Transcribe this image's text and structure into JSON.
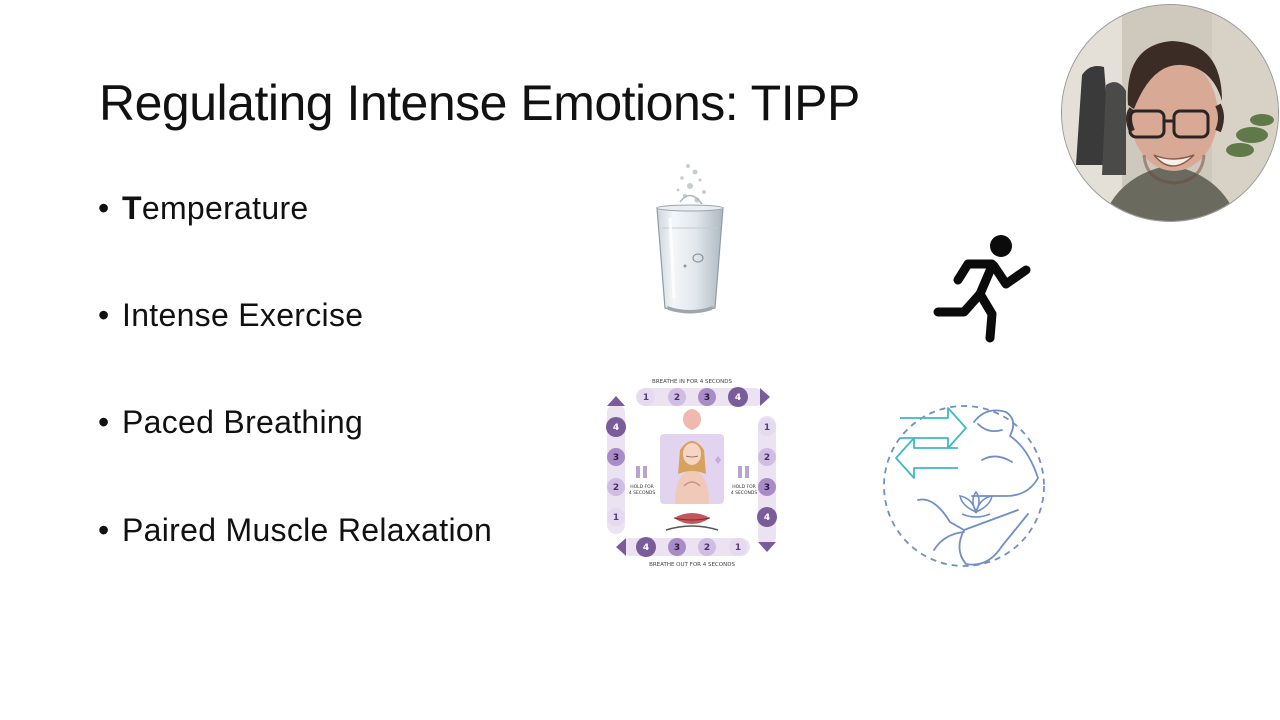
{
  "slide": {
    "title": "Regulating Intense Emotions: TIPP",
    "bullets": [
      {
        "bold": "T",
        "rest": "emperature"
      },
      {
        "bold": "",
        "rest": "Intense Exercise"
      },
      {
        "bold": "",
        "rest": "Paced Breathing"
      },
      {
        "bold": "",
        "rest": "Paired Muscle Relaxation"
      }
    ],
    "bullet_glyph": "•"
  },
  "breathing_diagram": {
    "top_label": "BREATHE IN FOR 4 SECONDS",
    "bottom_label": "BREATHE OUT FOR 4 SECONDS",
    "left_label_1": "HOLD FOR",
    "left_label_2": "4 SECONDS",
    "right_label_1": "HOLD FOR",
    "right_label_2": "4 SECONDS",
    "top_counts": [
      "1",
      "2",
      "3",
      "4"
    ],
    "right_counts": [
      "1",
      "2",
      "3",
      "4"
    ],
    "bottom_counts": [
      "4",
      "3",
      "2",
      "1"
    ],
    "left_counts": [
      "4",
      "3",
      "2",
      "1"
    ]
  },
  "icons": {
    "glass": "water-glass-icon",
    "runner": "running-person-icon",
    "breathing": "box-breathing-icon",
    "muscle": "muscle-relaxation-icon",
    "webcam": "presenter-webcam"
  },
  "colors": {
    "background": "#ffffff",
    "text": "#111111",
    "breath_purple": "#7a5c9a",
    "breath_light": "#e6dcf0",
    "muscle_blue": "#6f8fc6",
    "muscle_cyan": "#3fb8c9"
  }
}
